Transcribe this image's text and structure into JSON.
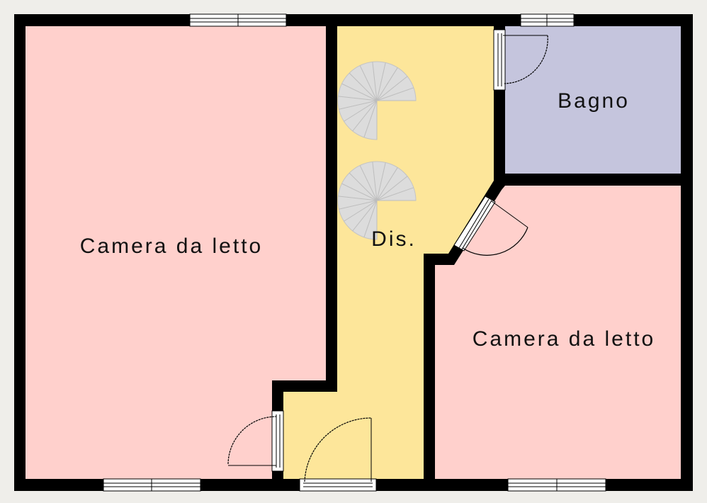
{
  "rooms": {
    "bedroom_left": {
      "label": "Camera da letto"
    },
    "hallway": {
      "label": "Dis."
    },
    "bathroom": {
      "label": "Bagno"
    },
    "bedroom_right": {
      "label": "Camera da letto"
    }
  },
  "colors": {
    "bedroom": "#ffd0cc",
    "hallway": "#fde69a",
    "bathroom": "#c5c5dd",
    "wall": "#000000",
    "background": "#efeeea"
  }
}
